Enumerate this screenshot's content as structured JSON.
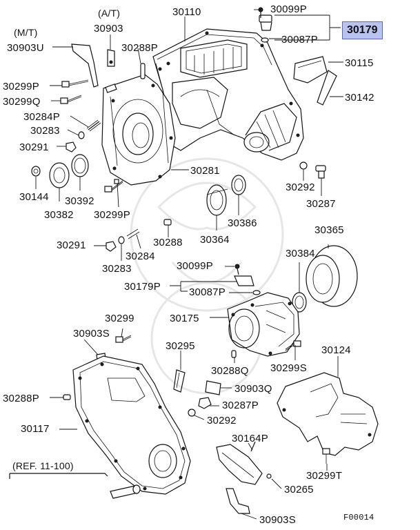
{
  "diagram": {
    "figure_code": "F00014",
    "highlight_part": "30179",
    "group_labels": {
      "at": "(A/T)",
      "mt": "(M/T)",
      "ref": "(REF. 11-100)"
    },
    "part_labels": {
      "p30099P_top": "30099P",
      "p30110": "30110",
      "p30087P_top": "30087P",
      "p30115": "30115",
      "p30142": "30142",
      "p30903_at": "30903",
      "p30903U": "30903U",
      "p30288P_top": "30288P",
      "p30299P_top": "30299P",
      "p30299Q": "30299Q",
      "p30284P_top": "30284P",
      "p30283_top": "30283",
      "p30291_top": "30291",
      "p30144": "30144",
      "p30392": "30392",
      "p30382": "30382",
      "p30299P_mid": "30299P",
      "p30281": "30281",
      "p30292_top": "30292",
      "p30287": "30287",
      "p30364": "30364",
      "p30386": "30386",
      "p30365": "30365",
      "p30384": "30384",
      "p30291_mid": "30291",
      "p30283_mid": "30283",
      "p30284": "30284",
      "p30288": "30288",
      "p30099P_mid": "30099P",
      "p30179P": "30179P",
      "p30087P_mid": "30087P",
      "p30299_low": "30299",
      "p30175": "30175",
      "p30903S_left": "30903S",
      "p30295": "30295",
      "p30288Q": "30288Q",
      "p30299S": "30299S",
      "p30124": "30124",
      "p30903Q": "30903Q",
      "p30288P_low": "30288P",
      "p30287P": "30287P",
      "p30292_low": "30292",
      "p30117": "30117",
      "p30164P": "30164P",
      "p30299T": "30299T",
      "p30265": "30265",
      "p30903S_bottom": "30903S"
    }
  }
}
